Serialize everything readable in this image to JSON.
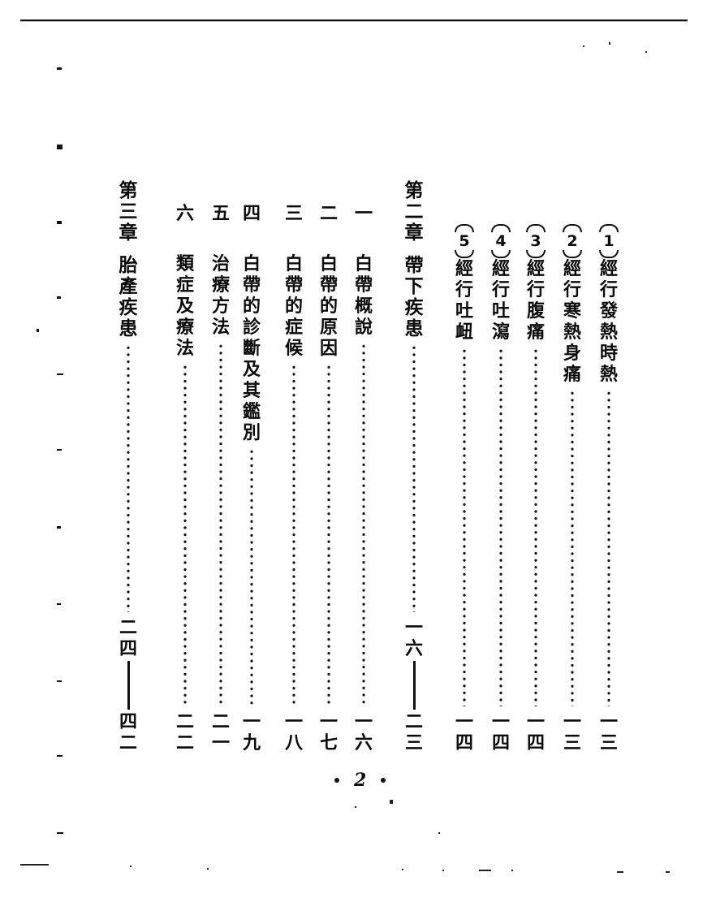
{
  "page": {
    "folio": "2",
    "layout": "vertical-rl table of contents"
  },
  "toc": {
    "chapter2_subitems": [
      {
        "num": "1",
        "title": "經行發熱時熱",
        "page": "一三"
      },
      {
        "num": "2",
        "title": "經行寒熱身痛",
        "page": "一三"
      },
      {
        "num": "3",
        "title": "經行腹痛",
        "page": "一四"
      },
      {
        "num": "4",
        "title": "經行吐瀉",
        "page": "一四"
      },
      {
        "num": "5",
        "title": "經行吐衄",
        "page": "一四"
      }
    ],
    "chapter2": {
      "label": "第二章",
      "title": "帶下疾患",
      "page_start": "一六",
      "page_end": "二三"
    },
    "chapter2_sections": [
      {
        "num": "一",
        "title": "白帶概說",
        "page": "一六"
      },
      {
        "num": "二",
        "title": "白帶的原因",
        "page": "一七"
      },
      {
        "num": "三",
        "title": "白帶的症候",
        "page": "一八"
      },
      {
        "num": "四",
        "title": "白帶的診斷及其鑑別",
        "page": "一九"
      },
      {
        "num": "五",
        "title": "治療方法",
        "page": "二一"
      },
      {
        "num": "六",
        "title": "類症及療法",
        "page": "二二"
      }
    ],
    "chapter3": {
      "label": "第三章",
      "title": "胎產疾患",
      "page_start": "二四",
      "page_end": "四二"
    }
  }
}
